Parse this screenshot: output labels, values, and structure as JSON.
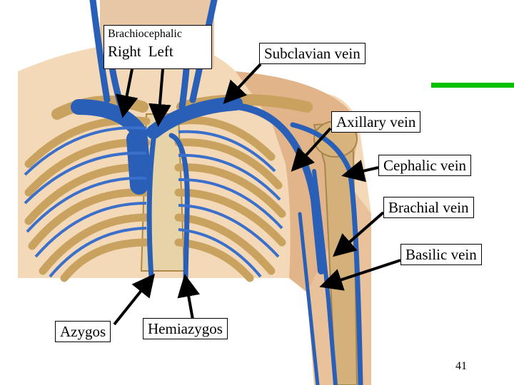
{
  "labels": {
    "brachiocephalic": "Brachiocephalic",
    "right": "Right",
    "left": "Left",
    "subclavian": "Subclavian vein",
    "axillary": "Axillary vein",
    "cephalic": "Cephalic vein",
    "brachial": "Brachial vein",
    "basilic": "Basilic vein",
    "azygos": "Azygos",
    "hemiazygos": "Hemiazygos"
  },
  "page_number": "41",
  "colors": {
    "accent": "#00c000",
    "vein": "#2a5fb8",
    "bone": "#c9a25f",
    "skin": "#f3d9b8",
    "muscle": "#e2b48a"
  }
}
